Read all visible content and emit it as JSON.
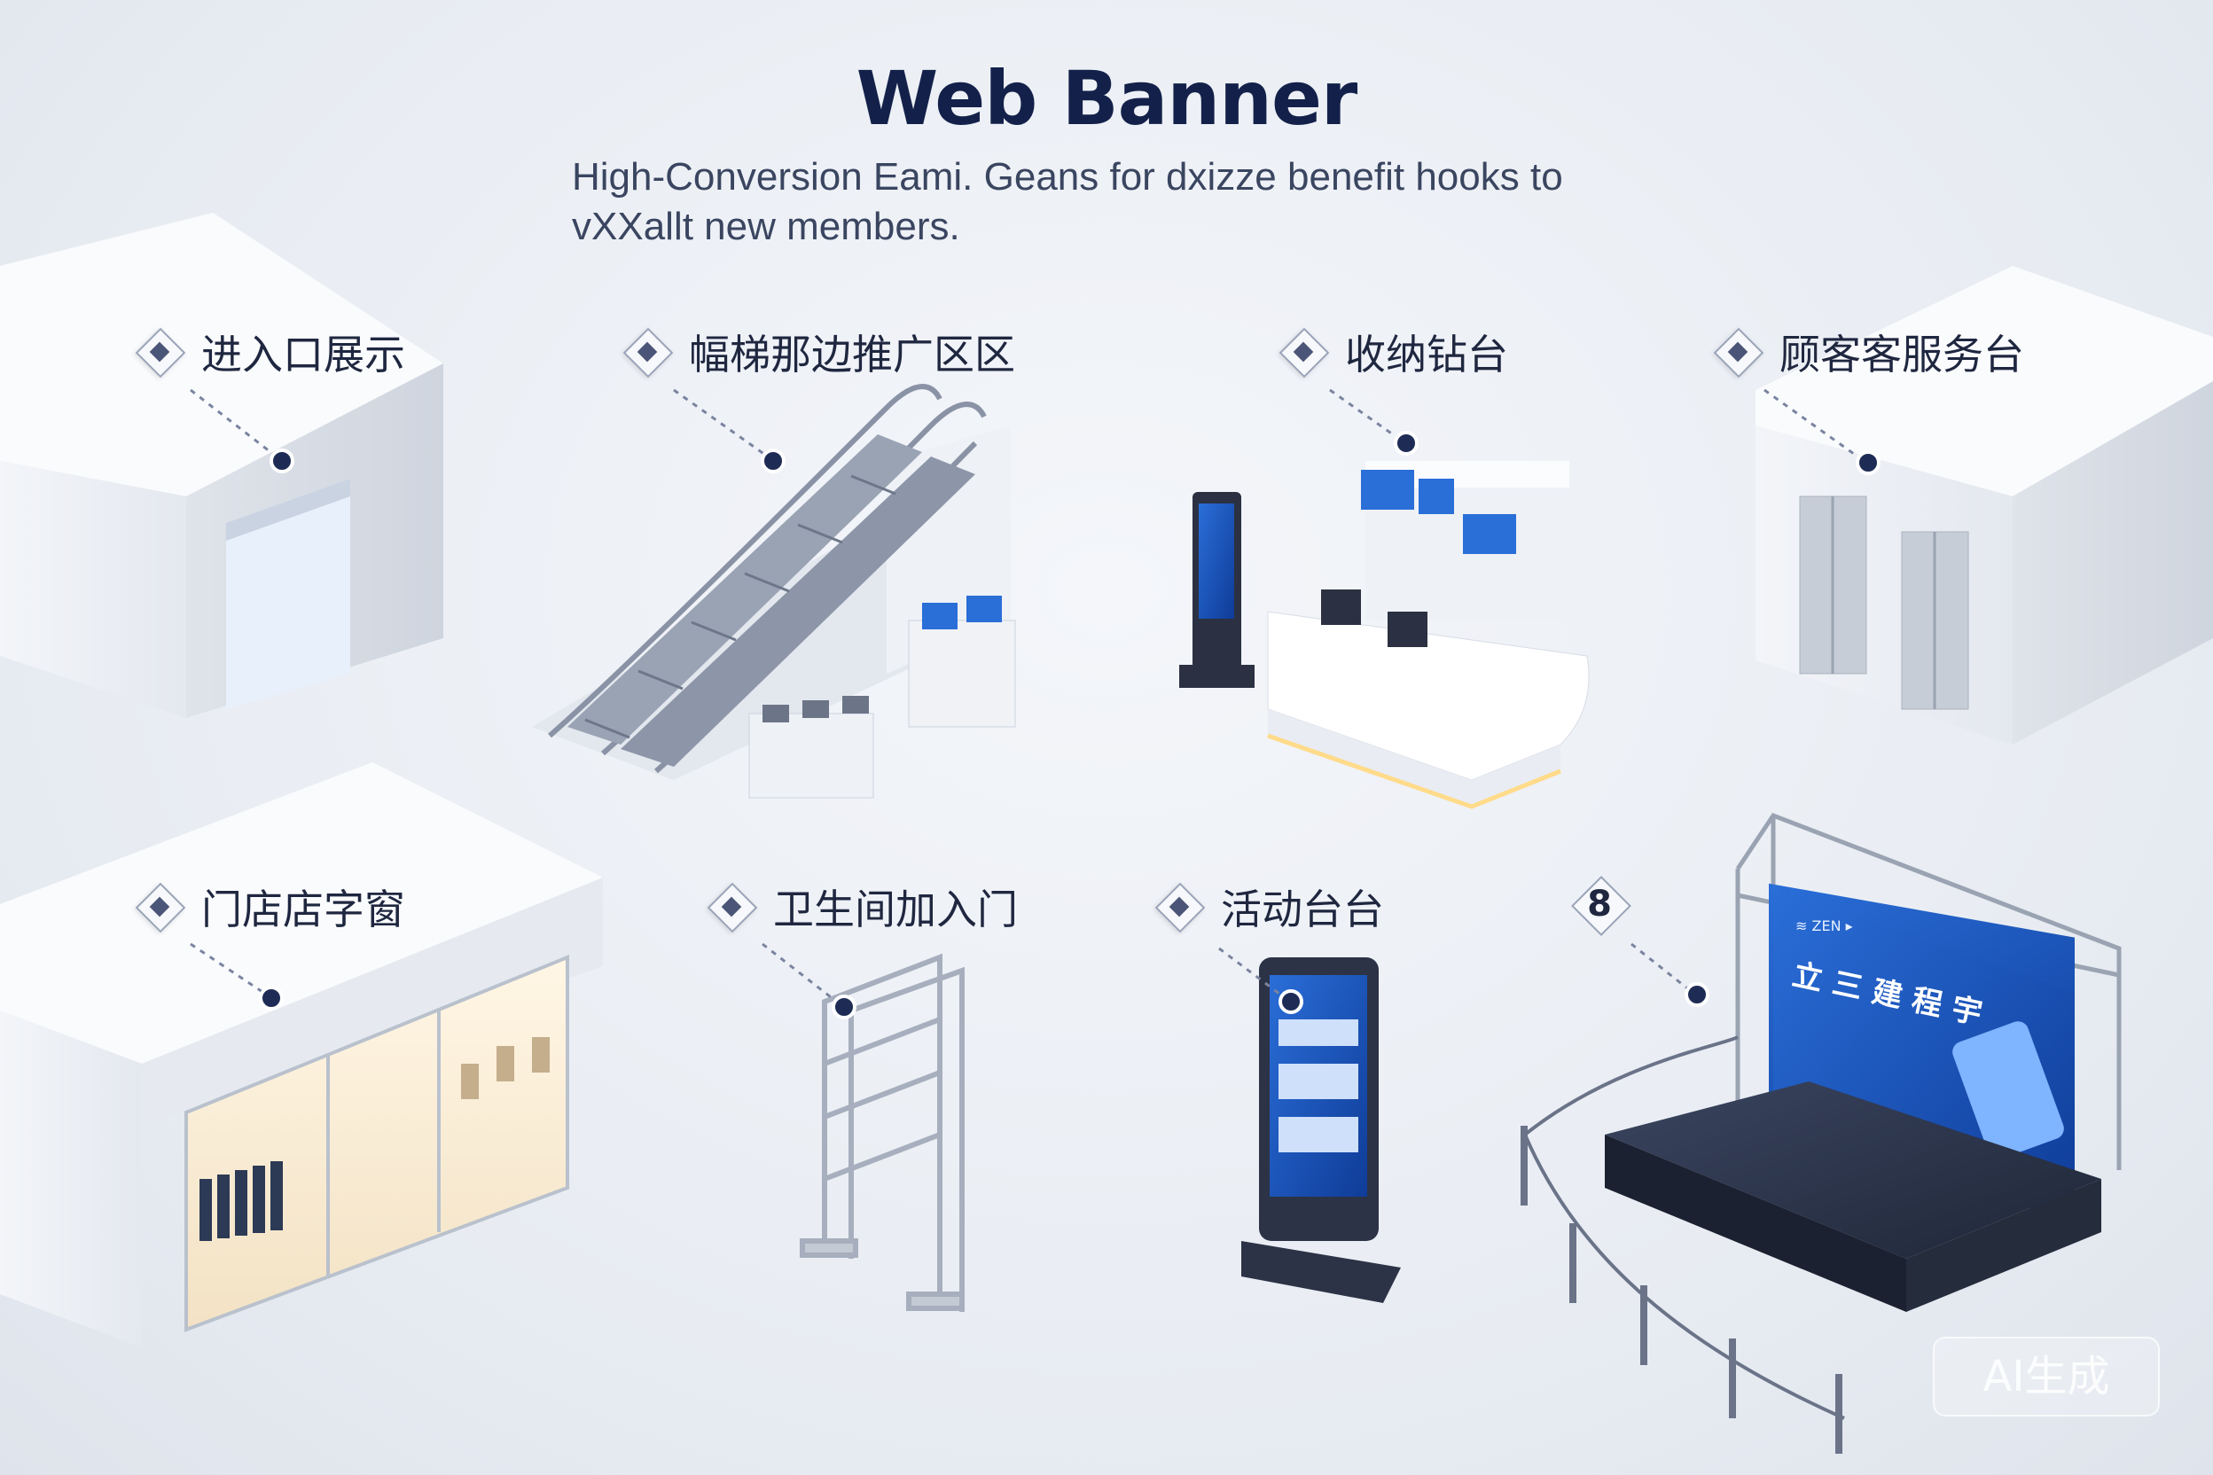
{
  "banner": {
    "title": "Web Banner",
    "subtitle_line1": "High-Conversion Eami. Geans for dxizze benefit hooks to",
    "subtitle_line2": "vXXallt new members."
  },
  "locations": [
    {
      "label": "进入口展示",
      "icon": "diamond-marker"
    },
    {
      "label": "幅梯那边推广区区",
      "icon": "diamond-marker"
    },
    {
      "label": "收纳钻台",
      "icon": "diamond-marker"
    },
    {
      "label": "顾客客服务台",
      "icon": "diamond-marker"
    },
    {
      "label": "门店店字窗",
      "icon": "diamond-marker"
    },
    {
      "label": "卫生间加入门",
      "icon": "diamond-marker"
    },
    {
      "label": "活动台台",
      "icon": "diamond-marker"
    },
    {
      "label": "8",
      "icon": "number-marker"
    }
  ],
  "stage_screen": {
    "brand": "≋ ZEN ▸",
    "headline": "立 三 建 程 宇"
  },
  "watermark": "AI生成",
  "colors": {
    "title": "#13214a",
    "accent_dot": "#1e2c55",
    "screen_blue": "#2a6ed8",
    "stage": "#2a3348"
  }
}
